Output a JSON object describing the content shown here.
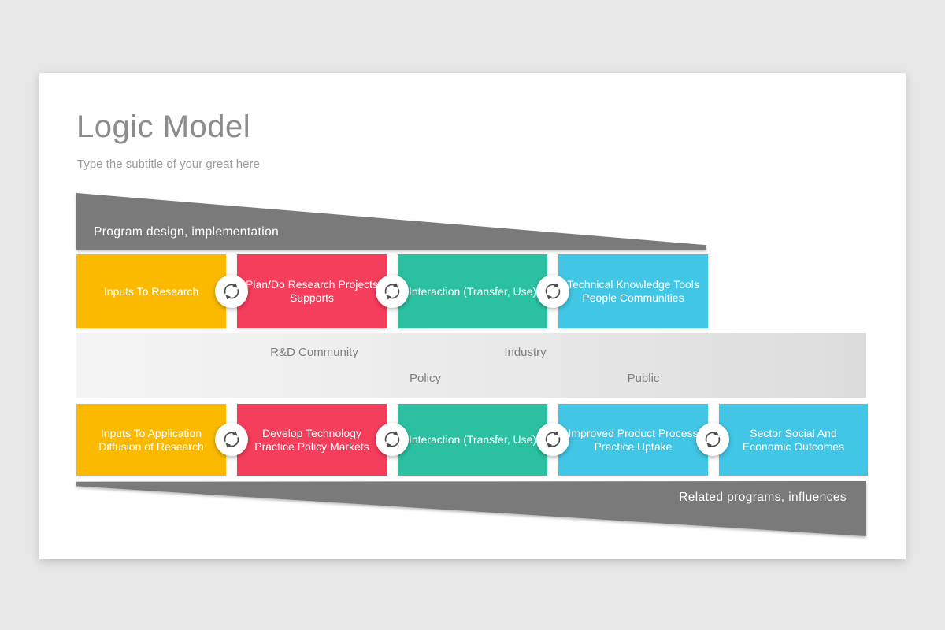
{
  "slide": {
    "title": "Logic Model",
    "subtitle": "Type the subtitle of your great here"
  },
  "banners": {
    "top_label": "Program design, implementation",
    "bottom_label": "Related programs, influences"
  },
  "stakeholder_band": {
    "labels": [
      "R&D Community",
      "Industry",
      "Policy",
      "Public"
    ]
  },
  "rows": [
    {
      "name": "research-flow",
      "boxes": [
        {
          "label": "Inputs To Research",
          "color": "#fbba00"
        },
        {
          "label": "Plan/Do Research Projects Supports",
          "color": "#f53d5c"
        },
        {
          "label": "Interaction (Transfer, Use)",
          "color": "#2bc0a1"
        },
        {
          "label": "Technical Knowledge Tools People Communities",
          "color": "#41c6e5"
        }
      ]
    },
    {
      "name": "application-flow",
      "boxes": [
        {
          "label": "Inputs To Application Diffusion of Research",
          "color": "#fbba00"
        },
        {
          "label": "Develop Technology Practice Policy Markets",
          "color": "#f53d5c"
        },
        {
          "label": "Interaction (Transfer, Use)",
          "color": "#2bc0a1"
        },
        {
          "label": "Improved Product Process Practice Uptake",
          "color": "#41c6e5"
        },
        {
          "label": "Sector Social And Economic Outcomes",
          "color": "#41c6e5"
        }
      ]
    }
  ],
  "colors": {
    "page_background": "#e7e7e7",
    "slide_background": "#ffffff",
    "banner_gray": "#7a7a7a",
    "accent_yellow": "#fbba00",
    "accent_pink": "#f53d5c",
    "accent_teal": "#2bc0a1",
    "accent_blue": "#41c6e5",
    "title_gray": "#8c8c8c",
    "band_text_gray": "#7e7e7e"
  }
}
